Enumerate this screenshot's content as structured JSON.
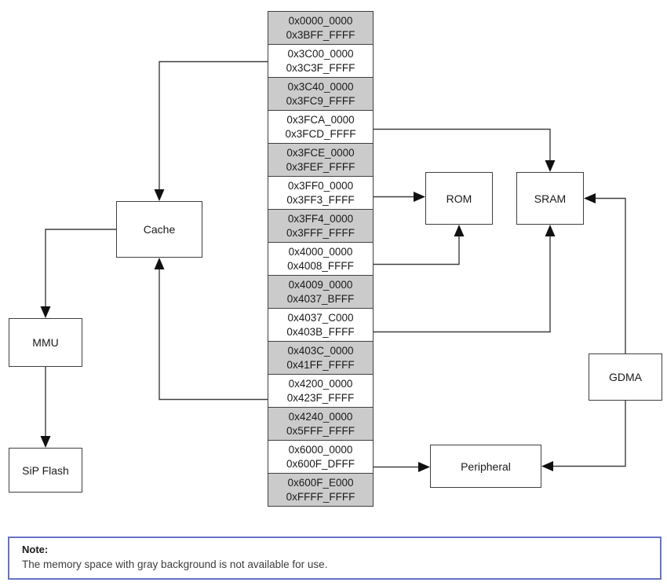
{
  "diagram": {
    "memory_column": {
      "rows": [
        {
          "start": "0x0000_0000",
          "end": "0x3BFF_FFFF",
          "shaded": true
        },
        {
          "start": "0x3C00_0000",
          "end": "0x3C3F_FFFF",
          "shaded": false
        },
        {
          "start": "0x3C40_0000",
          "end": "0x3FC9_FFFF",
          "shaded": true
        },
        {
          "start": "0x3FCA_0000",
          "end": "0x3FCD_FFFF",
          "shaded": false
        },
        {
          "start": "0x3FCE_0000",
          "end": "0x3FEF_FFFF",
          "shaded": true
        },
        {
          "start": "0x3FF0_0000",
          "end": "0x3FF3_FFFF",
          "shaded": false
        },
        {
          "start": "0x3FF4_0000",
          "end": "0x3FFF_FFFF",
          "shaded": true
        },
        {
          "start": "0x4000_0000",
          "end": "0x4008_FFFF",
          "shaded": false
        },
        {
          "start": "0x4009_0000",
          "end": "0x4037_BFFF",
          "shaded": true
        },
        {
          "start": "0x4037_C000",
          "end": "0x403B_FFFF",
          "shaded": false
        },
        {
          "start": "0x403C_0000",
          "end": "0x41FF_FFFF",
          "shaded": true
        },
        {
          "start": "0x4200_0000",
          "end": "0x423F_FFFF",
          "shaded": false
        },
        {
          "start": "0x4240_0000",
          "end": "0x5FFF_FFFF",
          "shaded": true
        },
        {
          "start": "0x6000_0000",
          "end": "0x600F_DFFF",
          "shaded": false
        },
        {
          "start": "0x600F_E000",
          "end": "0xFFFF_FFFF",
          "shaded": true
        }
      ]
    },
    "blocks": {
      "cache": "Cache",
      "mmu": "MMU",
      "sip_flash": "SiP Flash",
      "rom": "ROM",
      "sram": "SRAM",
      "gdma": "GDMA",
      "peripheral": "Peripheral"
    },
    "colors": {
      "shaded_row": "#cbcbcb",
      "line": "#3f3f3f",
      "note_border": "#6673c4"
    }
  },
  "note": {
    "title": "Note:",
    "text": "The memory space with gray background is not available for use."
  }
}
